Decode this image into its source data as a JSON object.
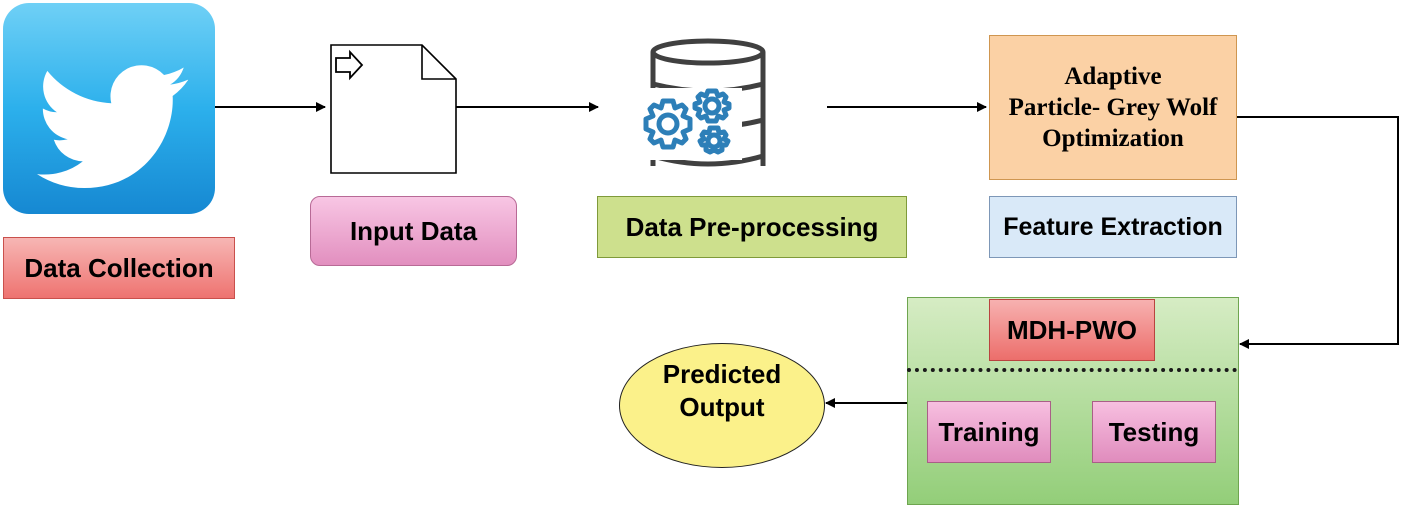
{
  "nodes": {
    "data_collection": "Data Collection",
    "input_data": "Input Data",
    "data_preprocessing": "Data Pre-processing",
    "optimizer_line1": "Adaptive",
    "optimizer_line2": "Particle- Grey Wolf",
    "optimizer_line3": "Optimization",
    "feature_extraction": "Feature Extraction",
    "model": "MDH-PWO",
    "training": "Training",
    "testing": "Testing",
    "output_line1": "Predicted",
    "output_line2": "Output"
  },
  "icons": {
    "source": "twitter-bird-icon",
    "document": "document-icon",
    "database": "database-gears-icon"
  },
  "colors": {
    "twitter_blue": "#1da1f2",
    "data_collection": "#ee7370",
    "input_data": "#e28fbf",
    "preprocessing": "#cde08d",
    "optimizer": "#fbd1a5",
    "feature_extraction": "#d9e9f8",
    "model_panel": "#93ce79",
    "output": "#fbf18a",
    "gear_blue": "#2d7fb8"
  }
}
